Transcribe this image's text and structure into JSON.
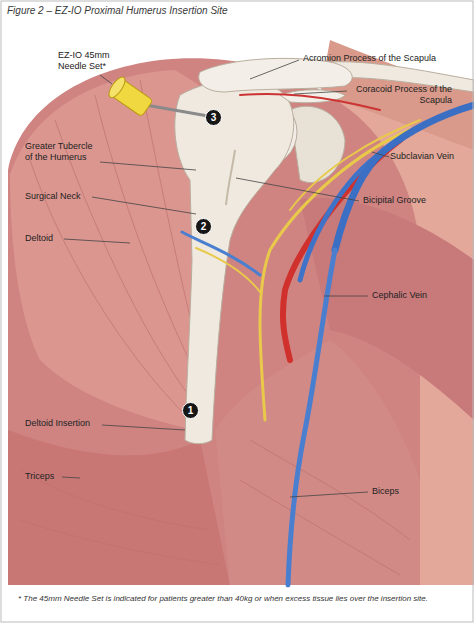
{
  "diagram": {
    "title": "Figure 2 – EZ-IO Proximal Humerus Insertion Site",
    "caption": "* The 45mm Needle Set is indicated for patients greater than 40kg or when excess tissue lies over the insertion site.",
    "nodes": [
      {
        "text": [
          "3"
        ]
      },
      {
        "text": [
          "2"
        ]
      },
      {
        "text": [
          "1"
        ]
      }
    ],
    "edges": [],
    "labels": [
      "EZ-IO 45mm Needle Set*",
      "Acromion Process of the Scapula",
      "Coracoid Process of the Scapula",
      "Subclavian Vein",
      "Greater Tubercle of the Humerus",
      "Surgical Neck",
      "Bicipital Groove",
      "Deltoid",
      "Cephalic Vein",
      "Deltoid Insertion",
      "Triceps",
      "Biceps"
    ]
  }
}
